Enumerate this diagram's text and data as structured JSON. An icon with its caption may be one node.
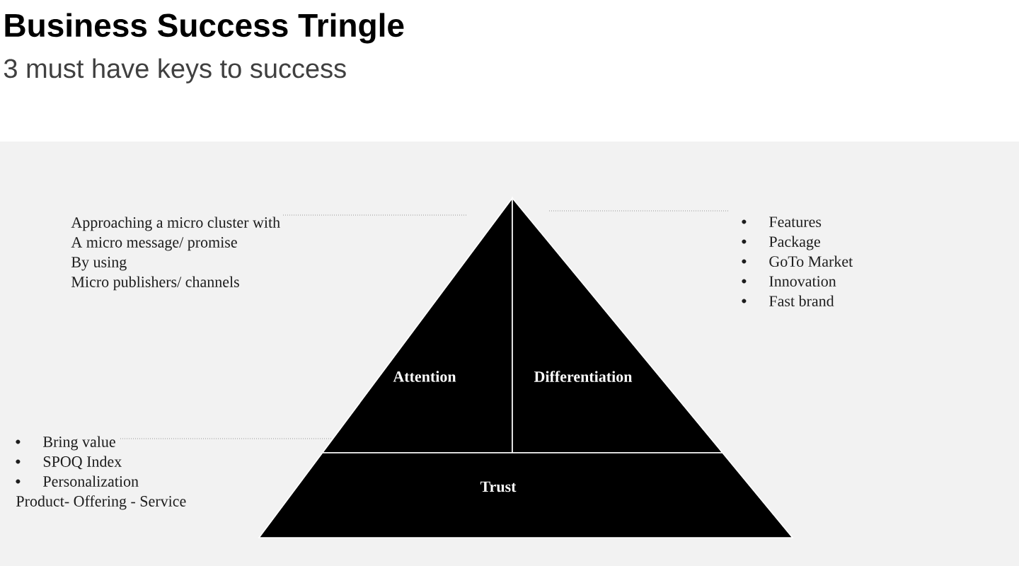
{
  "diagram": {
    "title": "Business Success Tringle",
    "nodes": [
      {
        "text": [
          "Attention"
        ]
      },
      {
        "text": [
          "Differentiation"
        ]
      },
      {
        "text": [
          "Trust"
        ]
      },
      {
        "text": [
          "Approaching a micro cluster with",
          "A micro message/ promise",
          "By using",
          "Micro publishers/ channels"
        ]
      },
      {
        "text": [
          "Features",
          "Package",
          "GoTo Market",
          "Innovation",
          "Fast brand"
        ]
      },
      {
        "text": [
          "Bring value",
          "SPOQ Index",
          "Personalization",
          "Product- Offering - Service"
        ]
      }
    ],
    "edges": [
      {
        "from": 3,
        "to": 0,
        "arrow": "none",
        "style": "dashed"
      },
      {
        "from": 4,
        "to": 1,
        "arrow": "none",
        "style": "dashed"
      },
      {
        "from": 5,
        "to": 0,
        "arrow": "none",
        "style": "dashed"
      }
    ],
    "labels": [
      "3 must have keys to success"
    ]
  }
}
